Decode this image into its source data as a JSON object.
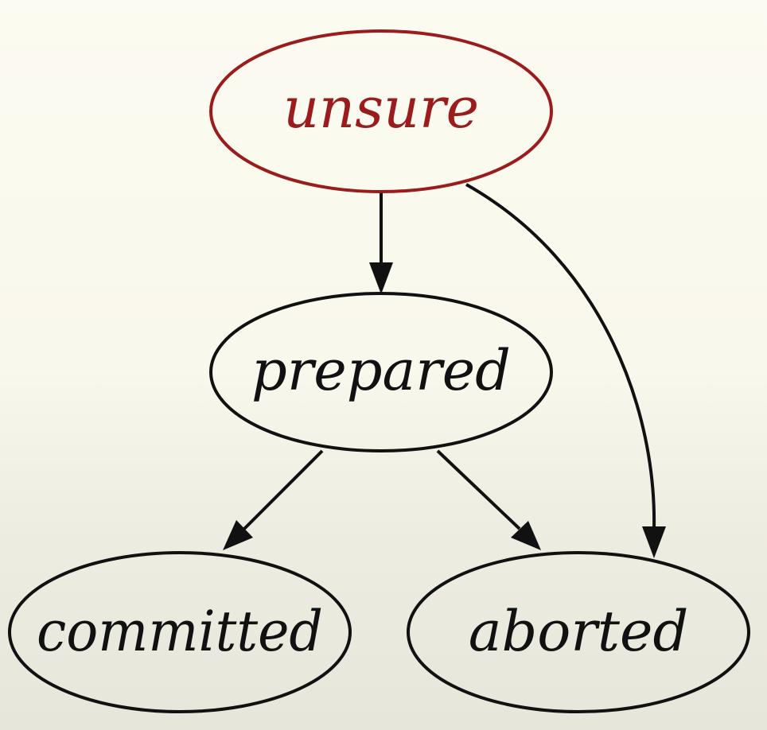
{
  "diagram": {
    "type": "state-graph",
    "nodes": [
      {
        "id": "unsure",
        "label": "unsure",
        "highlight": true
      },
      {
        "id": "prepared",
        "label": "prepared",
        "highlight": false
      },
      {
        "id": "committed",
        "label": "committed",
        "highlight": false
      },
      {
        "id": "aborted",
        "label": "aborted",
        "highlight": false
      }
    ],
    "edges": [
      {
        "from": "unsure",
        "to": "prepared"
      },
      {
        "from": "unsure",
        "to": "aborted"
      },
      {
        "from": "prepared",
        "to": "committed"
      },
      {
        "from": "prepared",
        "to": "aborted"
      }
    ]
  },
  "colors": {
    "highlight": "#9b1c1c",
    "normal": "#111111",
    "background": "#fbfaef"
  }
}
